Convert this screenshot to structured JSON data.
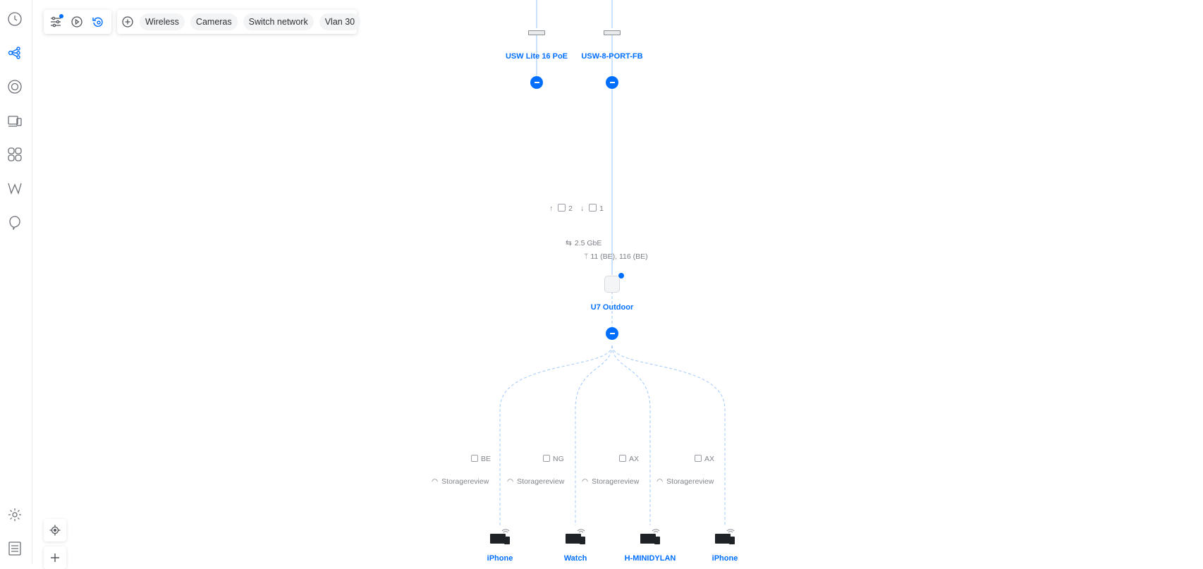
{
  "rail": {
    "items": [
      "dashboard-icon",
      "topology-icon",
      "unifi-devices-icon",
      "client-devices-icon",
      "insights-icon",
      "radio-manager-icon",
      "alerts-icon"
    ],
    "bottom": [
      "settings-icon",
      "logs-icon"
    ]
  },
  "toolbar": {
    "chips": [
      "Wireless",
      "Cameras",
      "Switch network",
      "Vlan 30"
    ]
  },
  "switches": [
    {
      "label": "USW Lite 16 PoE"
    },
    {
      "label": "USW-8-PORT-FB"
    }
  ],
  "link": {
    "upload_count": "2",
    "download_count": "1",
    "speed": "2.5 GbE",
    "channels": "11 (BE), 116 (BE)"
  },
  "ap": {
    "label": "U7 Outdoor"
  },
  "clients": [
    {
      "name": "iPhone",
      "standard": "BE",
      "ssid": "Storagereview"
    },
    {
      "name": "Watch",
      "standard": "NG",
      "ssid": "Storagereview"
    },
    {
      "name": "H-MINIDYLAN",
      "standard": "AX",
      "ssid": "Storagereview"
    },
    {
      "name": "iPhone",
      "standard": "AX",
      "ssid": "Storagereview"
    }
  ],
  "colors": {
    "accent": "#006fff",
    "line": "#a9cdfb",
    "text": "#212327"
  }
}
